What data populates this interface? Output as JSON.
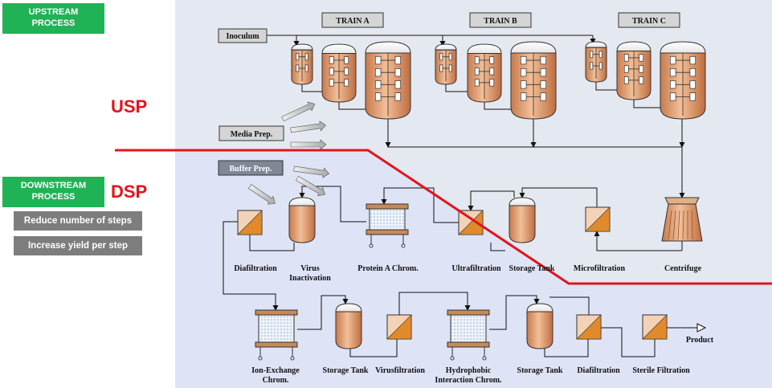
{
  "left_panel": {
    "upstream_badge": [
      "UPSTREAM",
      "PROCESS"
    ],
    "downstream_badge": [
      "DOWNSTREAM",
      "PROCESS"
    ],
    "usp_label": "USP",
    "dsp_label": "DSP",
    "buttons": [
      "Reduce number of steps",
      "Increase yield per step"
    ]
  },
  "diagram": {
    "trains": [
      "TRAIN A",
      "TRAIN B",
      "TRAIN C"
    ],
    "boxes": {
      "inoculum": "Inoculum",
      "media_prep": "Media Prep.",
      "buffer_prep": "Buffer Prep."
    },
    "row1_labels": [
      "Diafiltration",
      "Virus",
      "Inactivation",
      "Protein A Chrom.",
      "Ultrafiltration",
      "Storage Tank",
      "Microfiltration",
      "Centrifuge"
    ],
    "row2_labels": [
      "Ion-Exchange",
      "Chrom.",
      "Storage Tank",
      "Virusfiltration",
      "Hydrophobic",
      "Interaction Chrom.",
      "Storage Tank",
      "Diafiltration",
      "Sterile Filtration",
      "Product"
    ]
  },
  "colors": {
    "usp_bg": "#e4e9f1",
    "dsp_bg": "#dfe3f6",
    "badge_green": "#1fb356",
    "divider_red": "#e3141b",
    "vessel_fill": "#d9936a",
    "filter_orange": "#e08a2b"
  }
}
